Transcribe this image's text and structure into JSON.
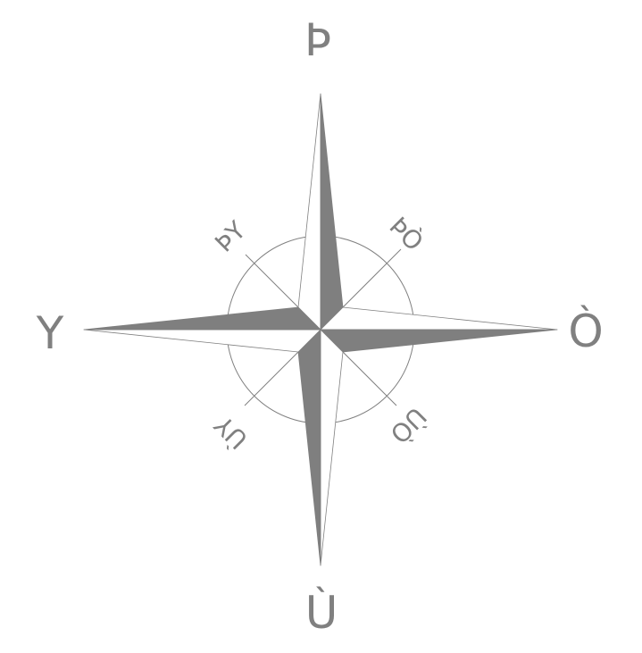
{
  "compass": {
    "cardinals": {
      "north": "Þ",
      "east": "Ò",
      "south": "Ù",
      "west": "Y"
    },
    "intercardinals": {
      "northeast": "ÞÒ",
      "southeast": "ÙÒ",
      "southwest": "ÙY",
      "northwest": "ÞY"
    },
    "colors": {
      "ink": "#808080",
      "dark_fill": "#7f7f7f",
      "background": "#ffffff"
    }
  }
}
